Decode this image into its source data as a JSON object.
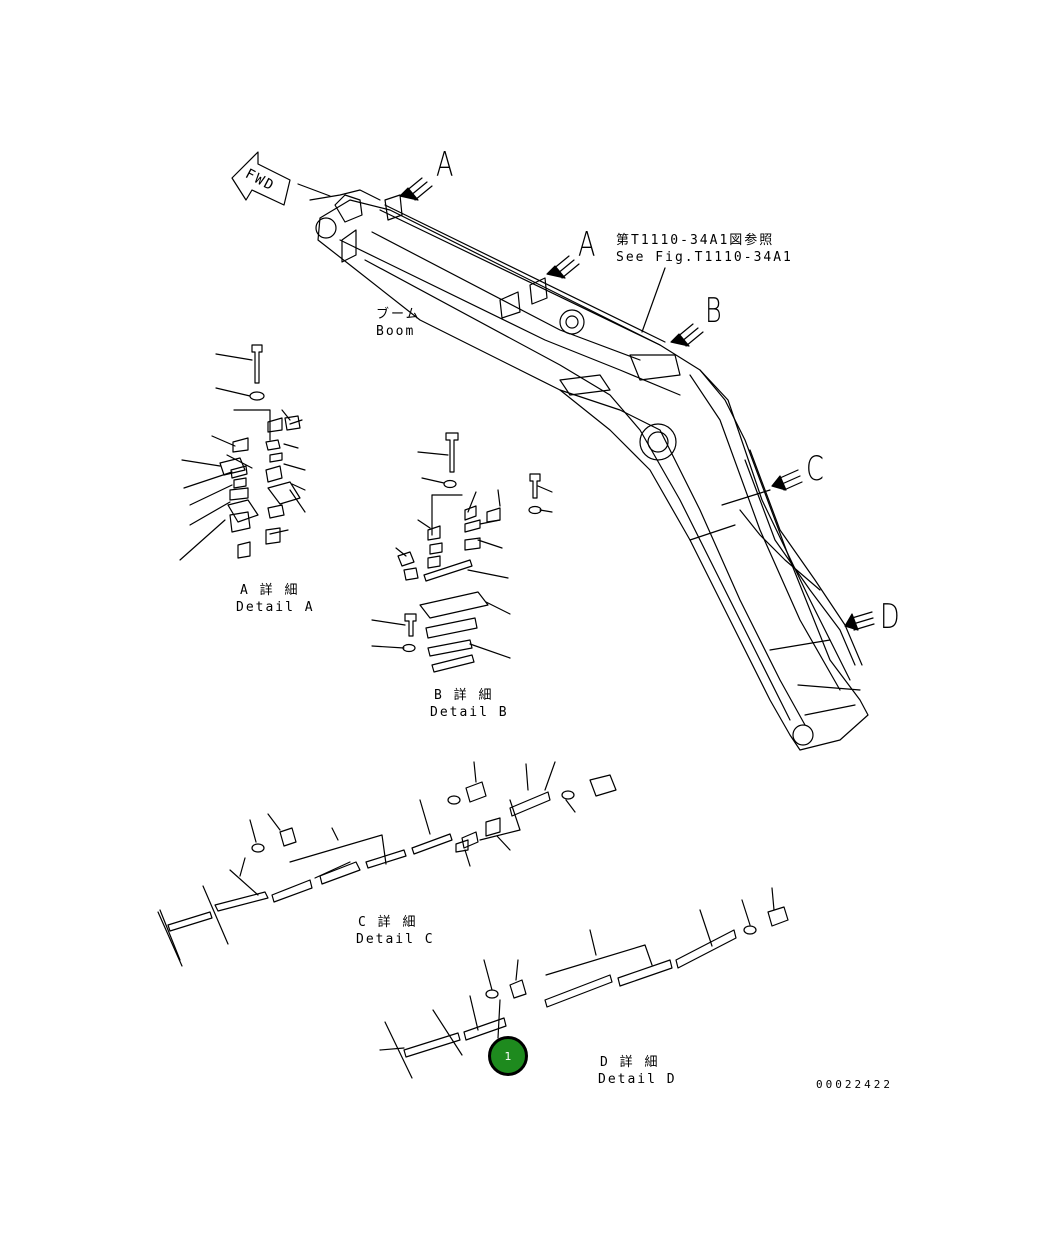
{
  "labels": {
    "fwd": "FWD",
    "ref_jp": "第T1110-34A1図参照",
    "ref_en": "See Fig.T1110-34A1",
    "boom_jp": "ブーム",
    "boom_en": "Boom",
    "callouts": {
      "a1": "A",
      "a2": "A",
      "b": "B",
      "c": "C",
      "d": "D"
    },
    "detail_a_jp": "A 詳 細",
    "detail_a_en": "Detail A",
    "detail_b_jp": "B 詳 細",
    "detail_b_en": "Detail B",
    "detail_c_jp": "C 詳 細",
    "detail_c_en": "Detail C",
    "detail_d_jp": "D 詳 細",
    "detail_d_en": "Detail D",
    "drawing_no": "00022422"
  },
  "badge": {
    "text": "1",
    "color": "#1e8a1e"
  },
  "colors": {
    "ink": "#000000",
    "background": "#ffffff"
  }
}
